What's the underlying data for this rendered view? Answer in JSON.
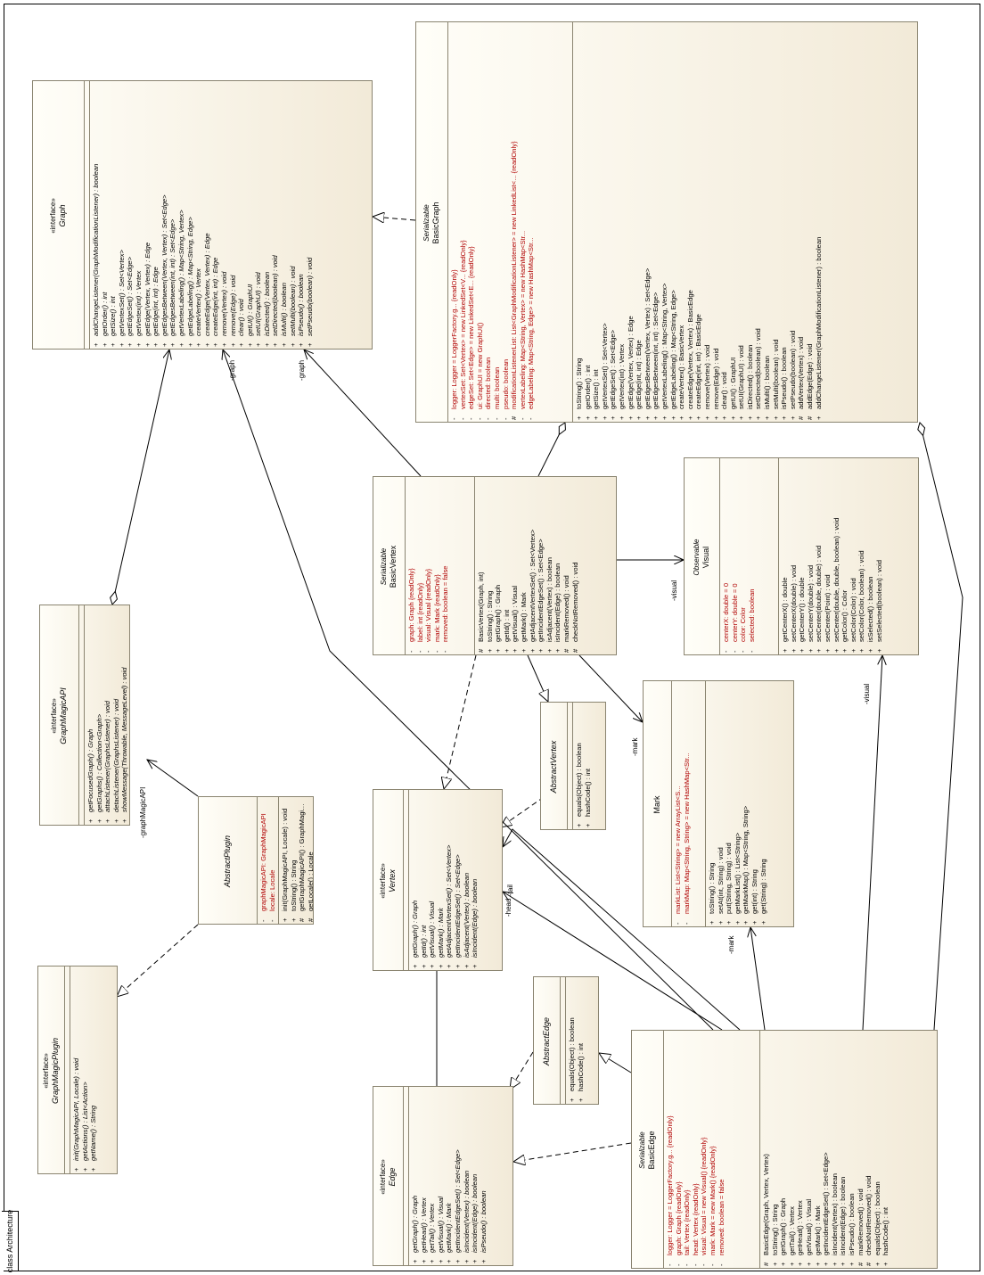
{
  "frame_label": "class Architecture",
  "classes": [
    {
      "id": "graph",
      "stereotype": "«interface»",
      "name": "Graph",
      "name_italic": true,
      "attributes": [],
      "operations": [
        {
          "v": "+",
          "t": "addChangeListener(GraphModificationListener) : boolean"
        },
        {
          "v": "+",
          "t": "getOrder() : int"
        },
        {
          "v": "+",
          "t": "getSize() : int"
        },
        {
          "v": "+",
          "t": "getVertexSet() : Set<Vertex>"
        },
        {
          "v": "+",
          "t": "getEdgeSet() : Set<Edge>"
        },
        {
          "v": "+",
          "t": "getVertex(int) : Vertex"
        },
        {
          "v": "+",
          "t": "getEdge(Vertex, Vertex) : Edge"
        },
        {
          "v": "+",
          "t": "getEdge(int, int) : Edge"
        },
        {
          "v": "+",
          "t": "getEdgesBetween(Vertex, Vertex) : Set<Edge>"
        },
        {
          "v": "+",
          "t": "getEdgesBetween(int, int) : Set<Edge>"
        },
        {
          "v": "+",
          "t": "getVertexLabeling() : Map<String, Vertex>"
        },
        {
          "v": "+",
          "t": "getEdgeLabeling() : Map<String, Edge>"
        },
        {
          "v": "+",
          "t": "createVertex() : Vertex"
        },
        {
          "v": "+",
          "t": "createEdge(Vertex, Vertex) : Edge"
        },
        {
          "v": "+",
          "t": "createEdge(int, int) : Edge"
        },
        {
          "v": "+",
          "t": "remove(Vertex) : void"
        },
        {
          "v": "+",
          "t": "remove(Edge) : void"
        },
        {
          "v": "+",
          "t": "clear() : void"
        },
        {
          "v": "+",
          "t": "getUI() : GraphUI"
        },
        {
          "v": "+",
          "t": "setUI(GraphUI) : void"
        },
        {
          "v": "+",
          "t": "isDirected() : boolean"
        },
        {
          "v": "+",
          "t": "setDirected(boolean) : void"
        },
        {
          "v": "+",
          "t": "isMulti() : boolean"
        },
        {
          "v": "+",
          "t": "setMulti(boolean) : void"
        },
        {
          "v": "+",
          "t": "isPseudo() : boolean"
        },
        {
          "v": "+",
          "t": "setPseudo(boolean) : void"
        }
      ]
    },
    {
      "id": "basicgraph",
      "stereotype": "Serializable",
      "name": "BasicGraph",
      "name_italic": false,
      "attributes": [
        {
          "v": "-",
          "t": "logger:  Logger = LoggerFactory.g... {readOnly}"
        },
        {
          "v": "-",
          "t": "vertexSet:  Set<Vertex> = new LinkedSet<V... {readOnly}"
        },
        {
          "v": "-",
          "t": "edgeSet:  Set<Edge> = new LinkedSet<E... {readOnly}"
        },
        {
          "v": "-",
          "t": "ui:  GraphUI = new GraphUI()"
        },
        {
          "v": "-",
          "t": "directed:  boolean"
        },
        {
          "v": "-",
          "t": "multi:  boolean"
        },
        {
          "v": "-",
          "t": "pseudo:  boolean"
        },
        {
          "v": "#",
          "t": "modificationListenerList:  List<GraphModificationListener> = new LinkedList<... {readOnly}"
        },
        {
          "v": "-",
          "t": "vertexLabeling:  Map<String, Vertex> = new HashMap<Str..."
        },
        {
          "v": "-",
          "t": "edgeLabeling:  Map<String, Edge> = new HashMap<Str..."
        }
      ],
      "operations": [
        {
          "v": "+",
          "t": "toString() : String"
        },
        {
          "v": "+",
          "t": "getOrder() : int"
        },
        {
          "v": "+",
          "t": "getSize() : int"
        },
        {
          "v": "+",
          "t": "getVertexSet() : Set<Vertex>"
        },
        {
          "v": "+",
          "t": "getEdgeSet() : Set<Edge>"
        },
        {
          "v": "+",
          "t": "getVertex(int) : Vertex"
        },
        {
          "v": "+",
          "t": "getEdge(Vertex, Vertex) : Edge"
        },
        {
          "v": "+",
          "t": "getEdge(int, int) : Edge"
        },
        {
          "v": "+",
          "t": "getEdgesBetween(Vertex, Vertex) : Set<Edge>"
        },
        {
          "v": "+",
          "t": "getEdgesBetween(int, int) : Set<Edge>"
        },
        {
          "v": "+",
          "t": "getVertexLabeling() : Map<String, Vertex>"
        },
        {
          "v": "+",
          "t": "getEdgeLabeling() : Map<String, Edge>"
        },
        {
          "v": "+",
          "t": "createVertex() : BasicVertex"
        },
        {
          "v": "+",
          "t": "createEdge(Vertex, Vertex) : BasicEdge"
        },
        {
          "v": "+",
          "t": "createEdge(int, int) : BasicEdge"
        },
        {
          "v": "+",
          "t": "remove(Vertex) : void"
        },
        {
          "v": "+",
          "t": "remove(Edge) : void"
        },
        {
          "v": "+",
          "t": "clear() : void"
        },
        {
          "v": "+",
          "t": "getUI() : GraphUI"
        },
        {
          "v": "+",
          "t": "setUI(GraphUI) : void"
        },
        {
          "v": "+",
          "t": "isDirected() : boolean"
        },
        {
          "v": "+",
          "t": "setDirected(boolean) : void"
        },
        {
          "v": "+",
          "t": "isMulti() : boolean"
        },
        {
          "v": "+",
          "t": "setMulti(boolean) : void"
        },
        {
          "v": "+",
          "t": "isPseudo() : boolean"
        },
        {
          "v": "+",
          "t": "setPseudo(boolean) : void"
        },
        {
          "v": "#",
          "t": "addVertex(Vertex) : void"
        },
        {
          "v": "#",
          "t": "addEdge(Edge) : void"
        },
        {
          "v": "+",
          "t": "addChangeListener(GraphModificationListener) : boolean"
        }
      ]
    },
    {
      "id": "graphmagicapi",
      "stereotype": "«interface»",
      "name": "GraphMagicAPI",
      "name_italic": true,
      "attributes": [],
      "operations": [
        {
          "v": "+",
          "t": "getFocusedGraph() : Graph"
        },
        {
          "v": "+",
          "t": "getGraphs() : Collection<Graph>"
        },
        {
          "v": "+",
          "t": "attachListener(GraphsListener) : void"
        },
        {
          "v": "+",
          "t": "detachListener(GraphsListener) : void"
        },
        {
          "v": "+",
          "t": "showMessage(Throwable, MessageLevel) : void"
        }
      ]
    },
    {
      "id": "graphmagicplugin",
      "stereotype": "«interface»",
      "name": "GraphMagicPlugin",
      "name_italic": true,
      "attributes": [],
      "operations": [
        {
          "v": "+",
          "t": "init(GraphMagicAPI, Locale) : void"
        },
        {
          "v": "+",
          "t": "getActions() : List<Action>"
        },
        {
          "v": "+",
          "t": "getName() : String"
        }
      ]
    },
    {
      "id": "abstractplugin",
      "stereotype": "",
      "name": "AbstractPlugin",
      "name_italic": true,
      "attributes": [
        {
          "v": "-",
          "t": "graphMagicAPI:  GraphMagicAPI"
        },
        {
          "v": "-",
          "t": "locale:  Locale"
        }
      ],
      "operations": [
        {
          "v": "+",
          "t": "init(GraphMagicAPI, Locale) : void"
        },
        {
          "v": "+",
          "t": "toString() : String"
        },
        {
          "v": "#",
          "t": "getGraphMagicAPI() : GraphMagicAPI"
        },
        {
          "v": "#",
          "t": "getLocale() : Locale"
        }
      ]
    },
    {
      "id": "basicvertex",
      "stereotype": "Serializable",
      "name": "BasicVertex",
      "name_italic": false,
      "attributes": [
        {
          "v": "-",
          "t": "graph:  Graph {readOnly}"
        },
        {
          "v": "-",
          "t": "label:  int {readOnly}"
        },
        {
          "v": "-",
          "t": "visual:  Visual {readOnly}"
        },
        {
          "v": "-",
          "t": "mark:  Mark {readOnly}"
        },
        {
          "v": "-",
          "t": "removed:  boolean = false"
        }
      ],
      "operations": [
        {
          "v": "#",
          "t": "BasicVertex(Graph, int)"
        },
        {
          "v": "+",
          "t": "toString() : String"
        },
        {
          "v": "+",
          "t": "getGraph() : Graph"
        },
        {
          "v": "+",
          "t": "getId() : int"
        },
        {
          "v": "+",
          "t": "getVisual() : Visual"
        },
        {
          "v": "+",
          "t": "getMark() : Mark"
        },
        {
          "v": "+",
          "t": "getAdjacentVertexSet() : Set<Vertex>"
        },
        {
          "v": "+",
          "t": "getIncidentEdgeSet() : Set<Edge>"
        },
        {
          "v": "+",
          "t": "isAdjacent(Vertex) : boolean"
        },
        {
          "v": "+",
          "t": "isIncident(Edge) : boolean"
        },
        {
          "v": "#",
          "t": "markRemoved() : void"
        },
        {
          "v": "#",
          "t": "checkNotRemoved() : void"
        }
      ]
    },
    {
      "id": "visual",
      "stereotype": "Observable",
      "name": "Visual",
      "name_italic": false,
      "attributes": [
        {
          "v": "-",
          "t": "centerX:  double = 0"
        },
        {
          "v": "-",
          "t": "centerY:  double = 0"
        },
        {
          "v": "-",
          "t": "color:  Color"
        },
        {
          "v": "-",
          "t": "selected:  boolean"
        }
      ],
      "operations": [
        {
          "v": "+",
          "t": "getCenterX() : double"
        },
        {
          "v": "+",
          "t": "setCenterX(double) : void"
        },
        {
          "v": "+",
          "t": "getCenterY() : double"
        },
        {
          "v": "+",
          "t": "setCenterY(double) : void"
        },
        {
          "v": "+",
          "t": "setCenter(double, double) : void"
        },
        {
          "v": "+",
          "t": "setCenter(Point) : void"
        },
        {
          "v": "+",
          "t": "setCenter(double, double, boolean) : void"
        },
        {
          "v": "+",
          "t": "getColor() : Color"
        },
        {
          "v": "+",
          "t": "setColor(Color) : void"
        },
        {
          "v": "+",
          "t": "setColor(Color, boolean) : void"
        },
        {
          "v": "+",
          "t": "isSelected() : boolean"
        },
        {
          "v": "+",
          "t": "setSelected(boolean) : void"
        }
      ]
    },
    {
      "id": "abstractvertex",
      "stereotype": "",
      "name": "AbstractVertex",
      "name_italic": true,
      "attributes": [],
      "operations": [
        {
          "v": "+",
          "t": "equals(Object) : boolean"
        },
        {
          "v": "+",
          "t": "hashCode() : int"
        }
      ]
    },
    {
      "id": "mark",
      "stereotype": "",
      "name": "Mark",
      "name_italic": false,
      "attributes": [
        {
          "v": "-",
          "t": "markList:  List<String> = new ArrayList<S..."
        },
        {
          "v": "-",
          "t": "markMap:  Map<String, String> = new HashMap<Str..."
        }
      ],
      "operations": [
        {
          "v": "+",
          "t": "toString() : String"
        },
        {
          "v": "+",
          "t": "setAt(int, String) : void"
        },
        {
          "v": "+",
          "t": "put(String, String) : void"
        },
        {
          "v": "+",
          "t": "getMarkList() : List<String>"
        },
        {
          "v": "+",
          "t": "getMarkMap() : Map<String, String>"
        },
        {
          "v": "+",
          "t": "get(int) : String"
        },
        {
          "v": "+",
          "t": "get(String) : String"
        }
      ]
    },
    {
      "id": "vertex",
      "stereotype": "«interface»",
      "name": "Vertex",
      "name_italic": true,
      "attributes": [],
      "operations": [
        {
          "v": "+",
          "t": "getGraph() : Graph"
        },
        {
          "v": "+",
          "t": "getId() : int"
        },
        {
          "v": "+",
          "t": "getVisual() : Visual"
        },
        {
          "v": "+",
          "t": "getMark() : Mark"
        },
        {
          "v": "+",
          "t": "getAdjacentVertexSet() : Set<Vertex>"
        },
        {
          "v": "+",
          "t": "getIncidentEdgeSet() : Set<Edge>"
        },
        {
          "v": "+",
          "t": "isAdjacent(Vertex) : boolean"
        },
        {
          "v": "+",
          "t": "isIncident(Edge) : boolean"
        }
      ]
    },
    {
      "id": "abstractedge",
      "stereotype": "",
      "name": "AbstractEdge",
      "name_italic": true,
      "attributes": [],
      "operations": [
        {
          "v": "+",
          "t": "equals(Object) : boolean"
        },
        {
          "v": "+",
          "t": "hashCode() : int"
        }
      ]
    },
    {
      "id": "edge",
      "stereotype": "«interface»",
      "name": "Edge",
      "name_italic": true,
      "attributes": [],
      "operations": [
        {
          "v": "+",
          "t": "getGraph() : Graph"
        },
        {
          "v": "+",
          "t": "getHead() : Vertex"
        },
        {
          "v": "+",
          "t": "getTail() : Vertex"
        },
        {
          "v": "+",
          "t": "getVisual() : Visual"
        },
        {
          "v": "+",
          "t": "getMark() : Mark"
        },
        {
          "v": "+",
          "t": "getIncidentEdgeSet() : Set<Edge>"
        },
        {
          "v": "+",
          "t": "isIncident(Vertex) : boolean"
        },
        {
          "v": "+",
          "t": "isIncident(Edge) : boolean"
        },
        {
          "v": "+",
          "t": "isPseudo() : boolean"
        }
      ]
    },
    {
      "id": "basicedge",
      "stereotype": "Serializable",
      "name": "BasicEdge",
      "name_italic": false,
      "attributes": [
        {
          "v": "-",
          "t": "logger:  Logger = LoggerFactory.g... {readOnly}"
        },
        {
          "v": "-",
          "t": "graph:  Graph {readOnly}"
        },
        {
          "v": "-",
          "t": "tail:  Vertex {readOnly}"
        },
        {
          "v": "-",
          "t": "head:  Vertex {readOnly}"
        },
        {
          "v": "-",
          "t": "visual:  Visual = new Visual() {readOnly}"
        },
        {
          "v": "-",
          "t": "mark:  Mark = new Mark() {readOnly}"
        },
        {
          "v": "-",
          "t": "removed:  boolean = false"
        }
      ],
      "operations": [
        {
          "v": "#",
          "t": "BasicEdge(Graph, Vertex, Vertex)"
        },
        {
          "v": "+",
          "t": "toString() : String"
        },
        {
          "v": "+",
          "t": "getGraph() : Graph"
        },
        {
          "v": "+",
          "t": "getTail() : Vertex"
        },
        {
          "v": "+",
          "t": "getHead() : Vertex"
        },
        {
          "v": "+",
          "t": "getVisual() : Visual"
        },
        {
          "v": "+",
          "t": "getMark() : Mark"
        },
        {
          "v": "+",
          "t": "getIncidentEdgeSet() : Set<Edge>"
        },
        {
          "v": "+",
          "t": "isIncident(Vertex) : boolean"
        },
        {
          "v": "+",
          "t": "isIncident(Edge) : boolean"
        },
        {
          "v": "+",
          "t": "isPseudo() : boolean"
        },
        {
          "v": "#",
          "t": "markRemoved() : void"
        },
        {
          "v": "#",
          "t": "checkNotRemoved() : void"
        },
        {
          "v": "+",
          "t": "equals(Object) : boolean"
        },
        {
          "v": "+",
          "t": "hashCode() : int"
        }
      ]
    }
  ],
  "roles": {
    "graph_1": "-graph",
    "graph_2": "-graph",
    "graphMagicAPI": "-graphMagicAPI",
    "visual_1": "-visual",
    "visual_2": "-visual",
    "mark_1": "-mark",
    "mark_2": "-mark",
    "tail": "-tail",
    "head": "-head"
  }
}
